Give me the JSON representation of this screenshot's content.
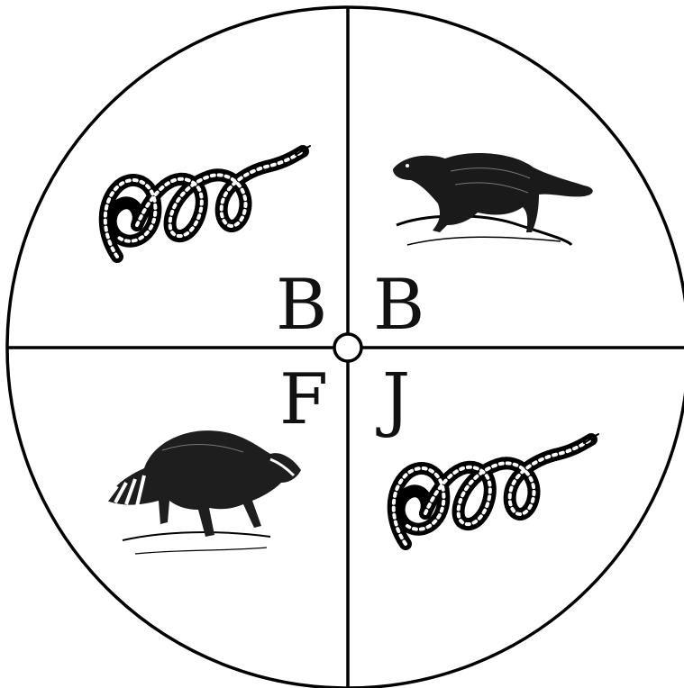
{
  "spinner": {
    "quadrants": [
      {
        "position": "top-left",
        "letter": "B",
        "animal": "snake"
      },
      {
        "position": "top-right",
        "letter": "B",
        "animal": "badger"
      },
      {
        "position": "bottom-left",
        "letter": "F",
        "animal": "raccoon"
      },
      {
        "position": "bottom-right",
        "letter": "J",
        "animal": "snake"
      }
    ]
  }
}
